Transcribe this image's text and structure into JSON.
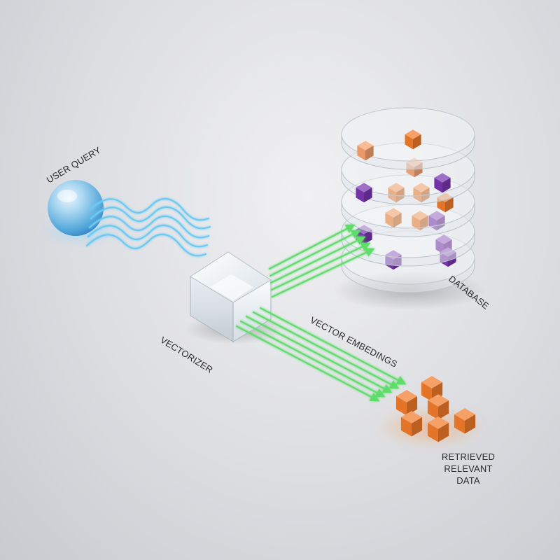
{
  "labels": {
    "user_query": "USER QUERY",
    "vectorizer": "VECTORIZER",
    "vector_embedings": "VECTOR EMBEDINGS",
    "database": "DATABASE",
    "retrieved_line1": "RETRIEVED",
    "retrieved_line2": "RELEVANT",
    "retrieved_line3": "DATA"
  },
  "colors": {
    "query_sphere": "#8fc9ec",
    "query_waves": "#67c8f0",
    "embedding_arrows": "#6fe07a",
    "orange_cube": "#f07b2a",
    "purple_cube": "#7a35b0",
    "glass": "#eef3f7"
  }
}
